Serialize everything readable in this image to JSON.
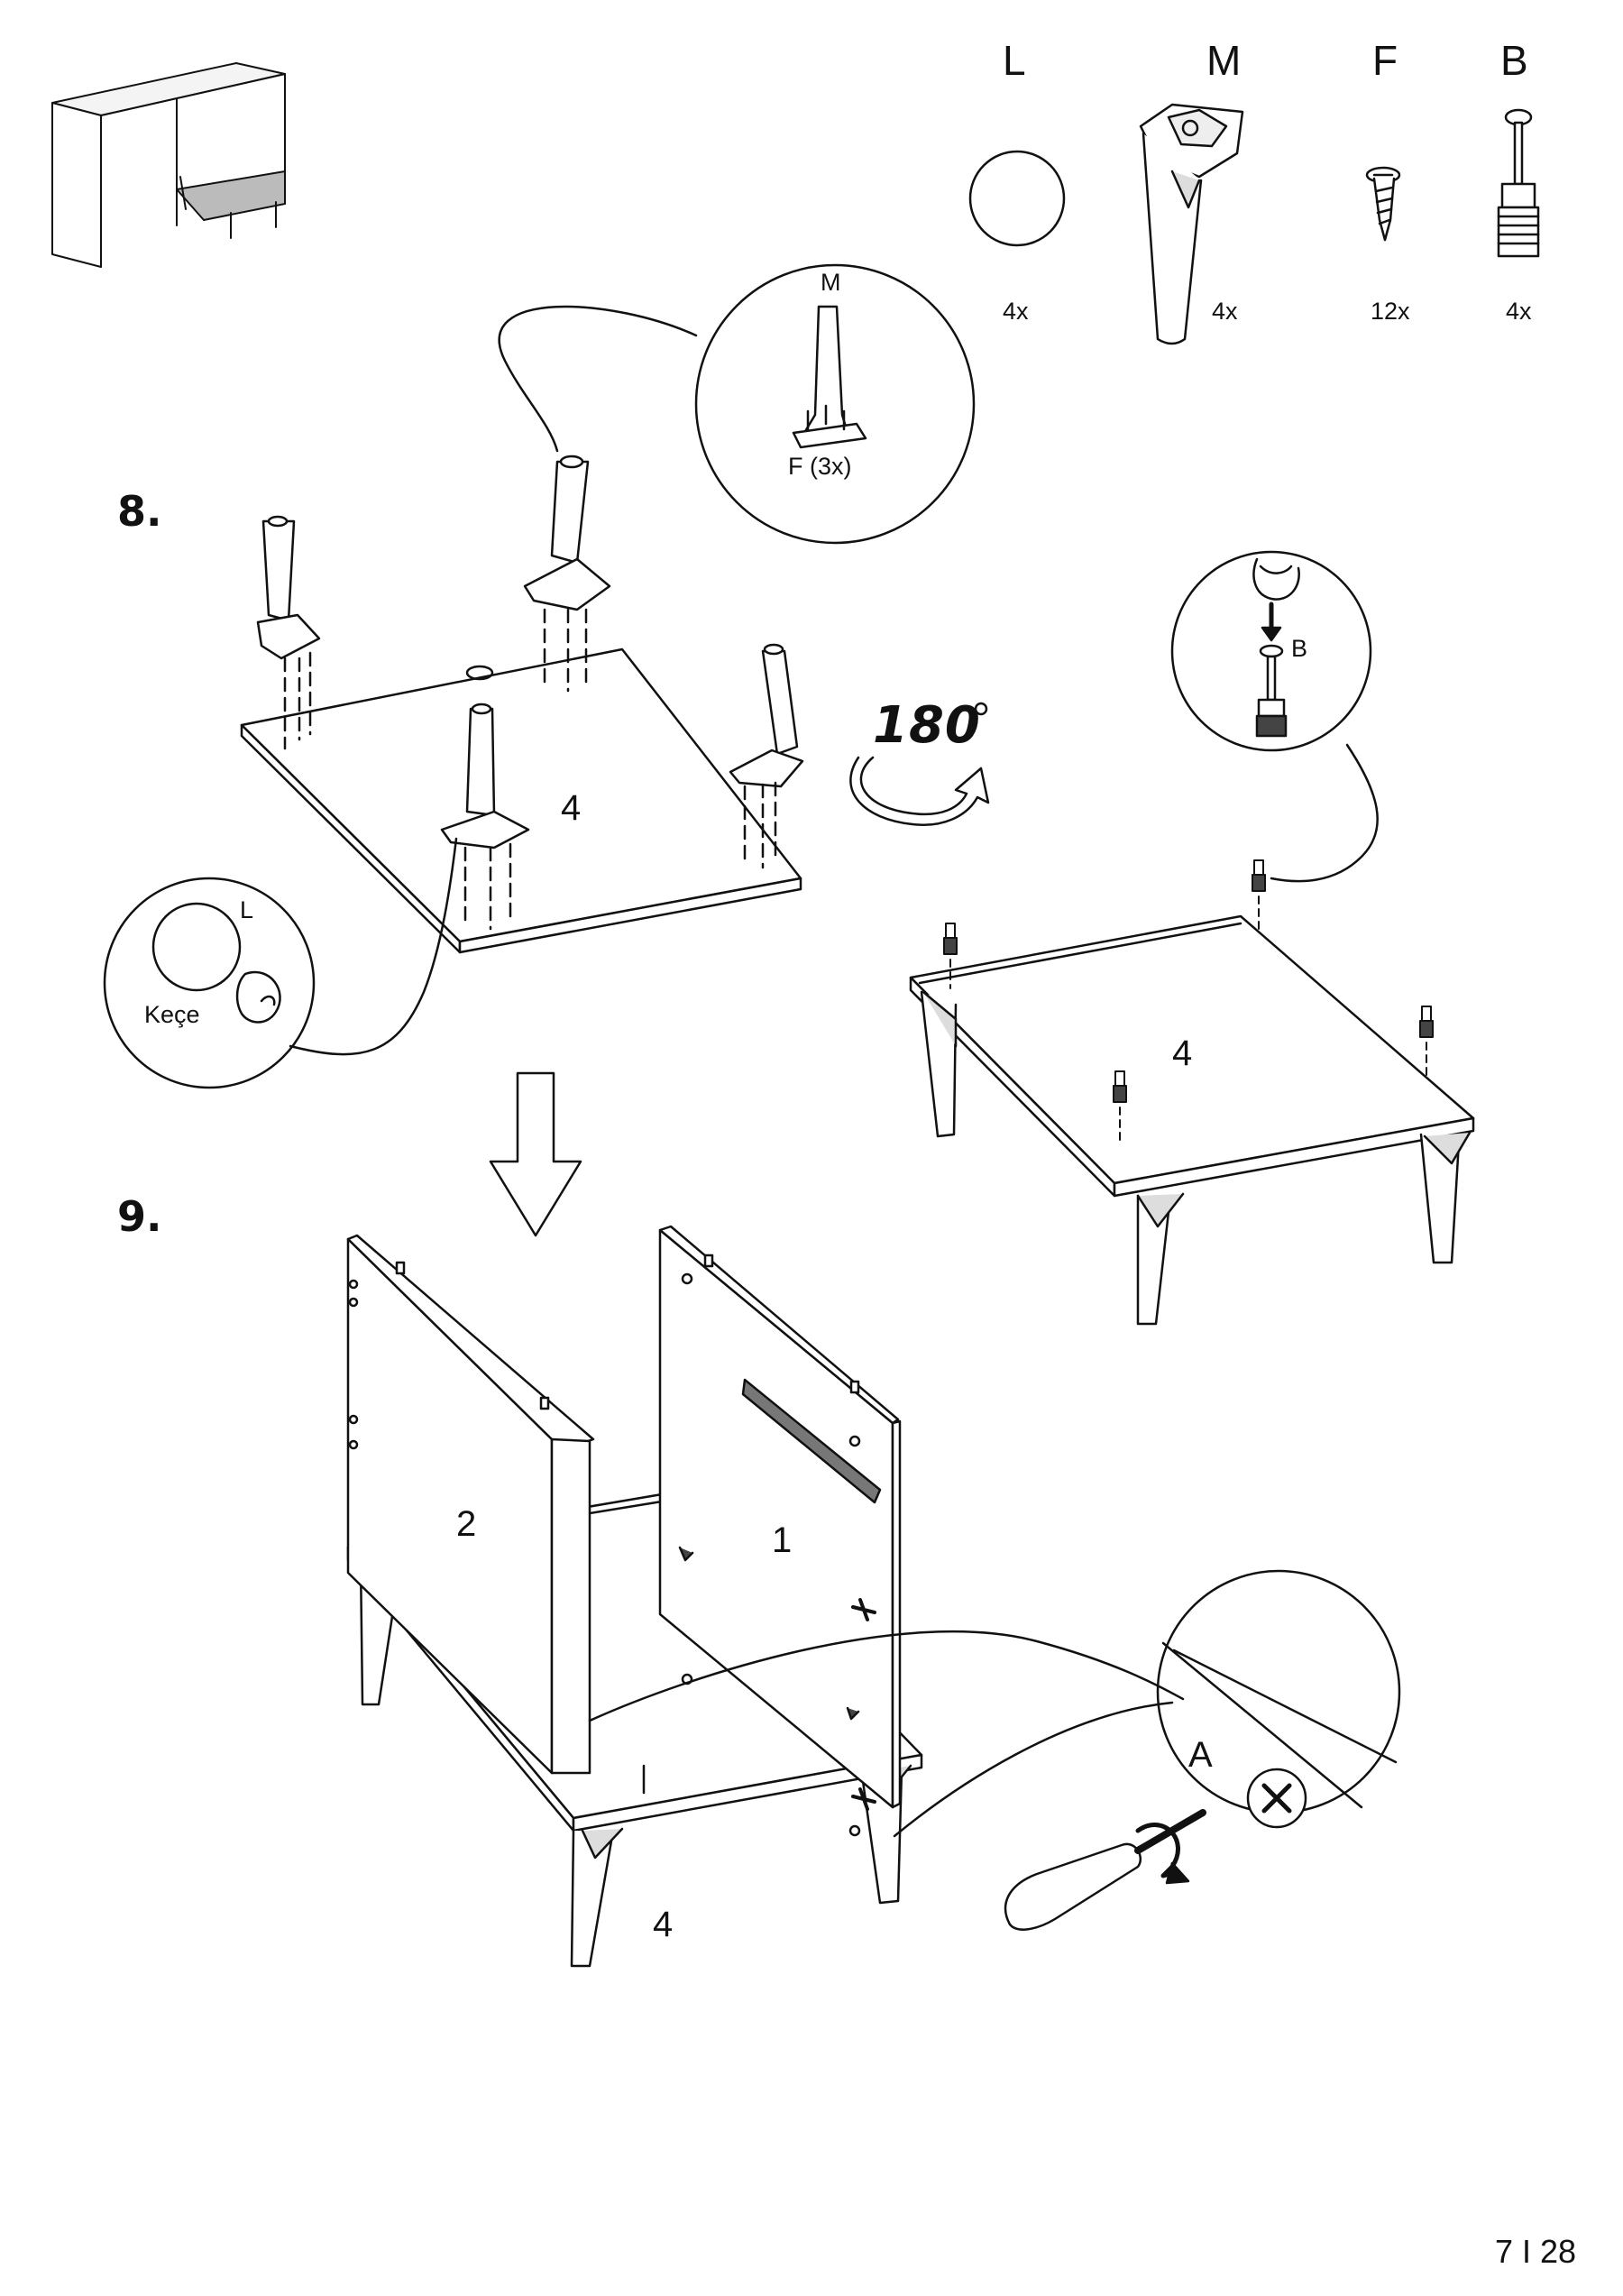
{
  "header": {
    "parts": [
      {
        "letter": "L",
        "qty": "4x"
      },
      {
        "letter": "M",
        "qty": "4x"
      },
      {
        "letter": "F",
        "qty": "12x"
      },
      {
        "letter": "B",
        "qty": "4x"
      }
    ]
  },
  "step8": {
    "number": "8.",
    "panel_label": "4",
    "callout_leg": {
      "part": "M",
      "screws": "F (3x)"
    },
    "callout_felt": {
      "part": "L",
      "label": "Keçe"
    },
    "rotation": {
      "value": "180",
      "unit": "°"
    },
    "flipped_panel_label": "4",
    "callout_bolt": {
      "part": "B"
    }
  },
  "step9": {
    "number": "9.",
    "panel_left_label": "2",
    "panel_right_label": "1",
    "base_label": "4",
    "callout_cam": {
      "part": "A"
    }
  },
  "footer": {
    "page": "7 I 28"
  }
}
